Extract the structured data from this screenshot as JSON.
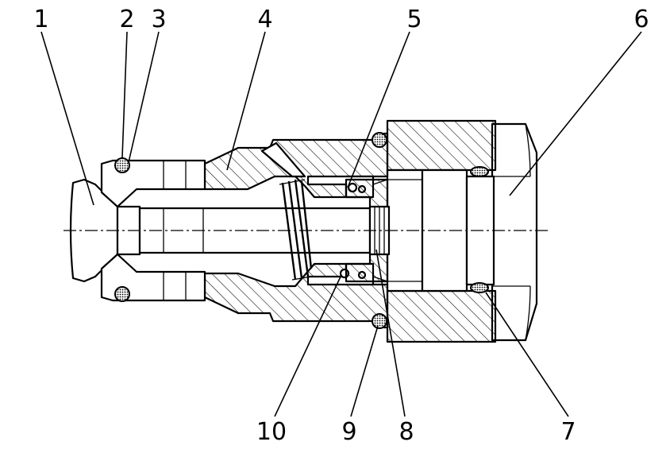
{
  "figure": {
    "type": "cross-section drawing",
    "subject": "hydraulic cartridge valve assembly",
    "background": "#ffffff",
    "line_color": "#000000"
  },
  "callouts": [
    "1",
    "2",
    "3",
    "4",
    "5",
    "6",
    "10",
    "9",
    "8",
    "7"
  ]
}
